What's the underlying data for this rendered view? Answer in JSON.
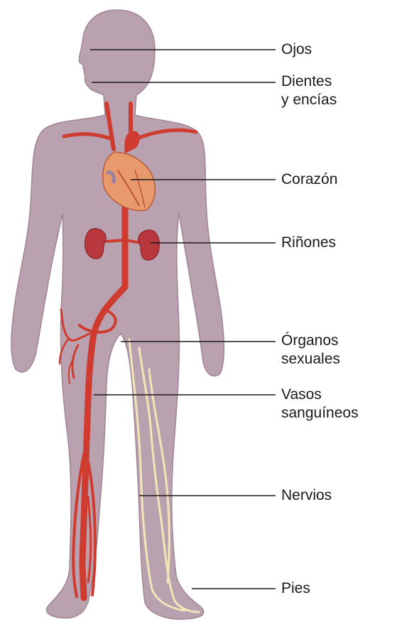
{
  "labels": {
    "eyes": [
      "Ojos"
    ],
    "teeth": [
      "Dientes",
      "y encías"
    ],
    "heart": [
      "Corazón"
    ],
    "kidneys": [
      "Riñones"
    ],
    "sexual_organs": [
      "Órganos",
      "sexuales"
    ],
    "blood_vessels": [
      "Vasos",
      "sanguíneos"
    ],
    "nerves": [
      "Nervios"
    ],
    "feet": [
      "Pies"
    ]
  },
  "colors": {
    "body": "#b9a1af",
    "artery": "#cf3b2f",
    "heart": "#e89a6c",
    "kidney": "#b8383d",
    "nerve": "#f1e6b8",
    "leader_line": "#1a1a1a"
  }
}
